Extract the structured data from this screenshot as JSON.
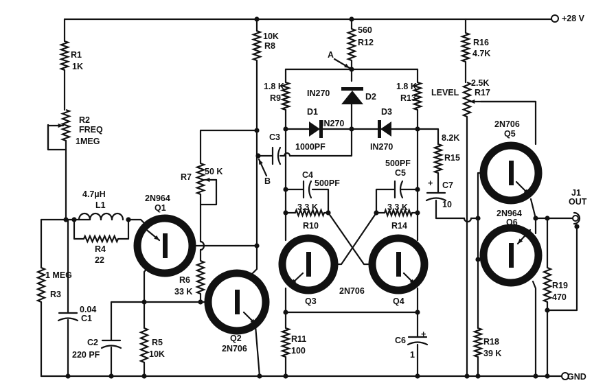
{
  "title": "Oscillator / flip-flop pulse circuit schematic",
  "supply": {
    "label": "+28 V",
    "ground_label": "GND"
  },
  "output": {
    "jack": "J1",
    "label": "OUT"
  },
  "test_points": {
    "a": "A",
    "b": "B"
  },
  "resistors": [
    {
      "ref": "R1",
      "value": "1K"
    },
    {
      "ref": "R2",
      "value": "1MEG",
      "function": "FREQ"
    },
    {
      "ref": "R3",
      "value": "1 MEG"
    },
    {
      "ref": "R4",
      "value": "22"
    },
    {
      "ref": "R5",
      "value": "10K"
    },
    {
      "ref": "R6",
      "value": "33 K"
    },
    {
      "ref": "R7",
      "value": "50 K"
    },
    {
      "ref": "R8",
      "value": "10K"
    },
    {
      "ref": "R9",
      "value": "1.8 K"
    },
    {
      "ref": "R10",
      "value": "3.3 K"
    },
    {
      "ref": "R11",
      "value": "100"
    },
    {
      "ref": "R12",
      "value": "560"
    },
    {
      "ref": "R13",
      "value": "1.8 K"
    },
    {
      "ref": "R14",
      "value": "3.3 K"
    },
    {
      "ref": "R15",
      "value": "8.2K"
    },
    {
      "ref": "R16",
      "value": "4.7K"
    },
    {
      "ref": "R17",
      "value": "2.5K",
      "function": "LEVEL"
    },
    {
      "ref": "R18",
      "value": "39 K"
    },
    {
      "ref": "R19",
      "value": "470"
    }
  ],
  "capacitors": [
    {
      "ref": "C1",
      "value": "0.04"
    },
    {
      "ref": "C2",
      "value": "220 PF"
    },
    {
      "ref": "C3",
      "value": "1000PF"
    },
    {
      "ref": "C4",
      "value": "500PF"
    },
    {
      "ref": "C5",
      "value": "500PF"
    },
    {
      "ref": "C6",
      "value": "1"
    },
    {
      "ref": "C7",
      "value": "10"
    }
  ],
  "inductors": [
    {
      "ref": "L1",
      "value": "4.7µH"
    }
  ],
  "diodes": [
    {
      "ref": "D1",
      "part": "IN270"
    },
    {
      "ref": "D2",
      "part": "IN270"
    },
    {
      "ref": "D3",
      "part": "IN270"
    }
  ],
  "transistors": [
    {
      "ref": "Q1",
      "part": "2N964"
    },
    {
      "ref": "Q2",
      "part": "2N706"
    },
    {
      "ref": "Q3",
      "part": "2N706"
    },
    {
      "ref": "Q4",
      "part": "2N706"
    },
    {
      "ref": "Q5",
      "part": "2N706"
    },
    {
      "ref": "Q6",
      "part": "2N964"
    }
  ],
  "shared_labels": {
    "q3q4_part": "2N706"
  },
  "plus_sign": "+"
}
